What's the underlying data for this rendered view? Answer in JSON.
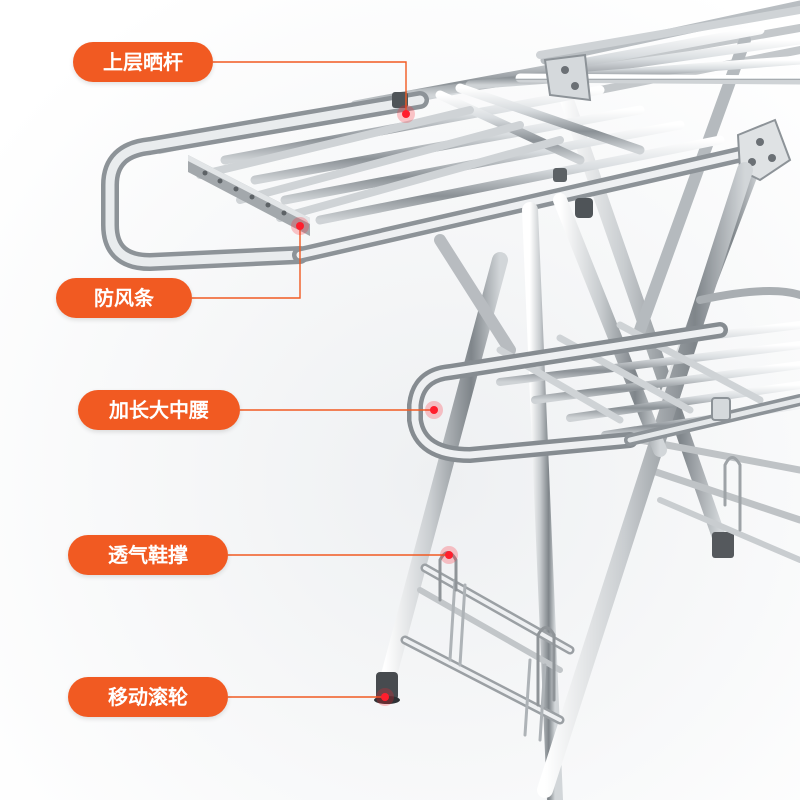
{
  "accent_color": "#F15A22",
  "marker_color": "#FF1E2D",
  "callouts": [
    {
      "label": "上层晒杆",
      "target": "upper-drying-rod"
    },
    {
      "label": "防风条",
      "target": "windproof-strip"
    },
    {
      "label": "加长大中腰",
      "target": "extended-middle-rack"
    },
    {
      "label": "透气鞋撑",
      "target": "shoe-rack"
    },
    {
      "label": "移动滚轮",
      "target": "caster-wheel"
    }
  ]
}
